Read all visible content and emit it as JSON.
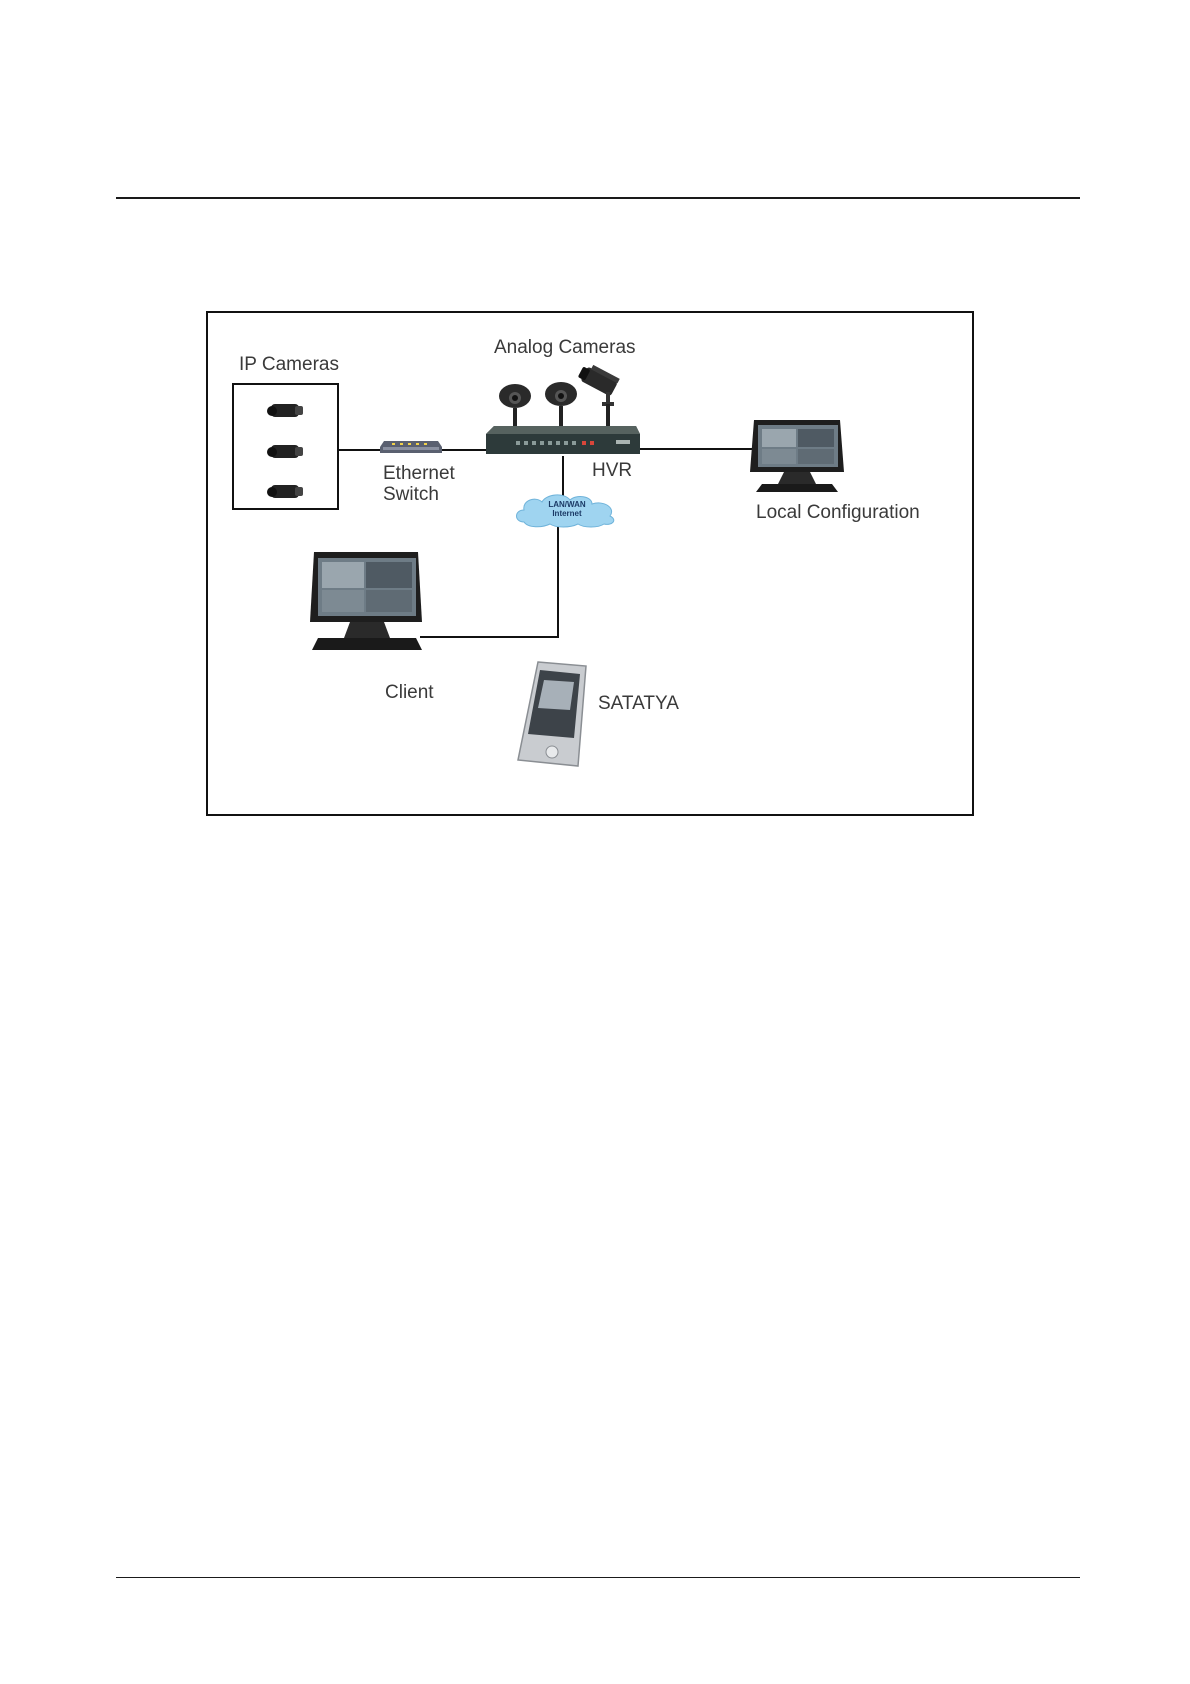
{
  "diagram": {
    "labels": {
      "ip_cameras": "IP Cameras",
      "analog_cameras": "Analog Cameras",
      "ethernet": "Ethernet",
      "switch": "Switch",
      "hvr": "HVR",
      "local_configuration": "Local Configuration",
      "client": "Client",
      "satatya": "SATATYA",
      "cloud_line1": "LAN/WAN",
      "cloud_line2": "Internet"
    },
    "icons": [
      "ip-camera-icon",
      "dome-camera-icon",
      "bullet-camera-icon",
      "ethernet-switch-icon",
      "hvr-device-icon",
      "cloud-icon",
      "monitor-icon",
      "smartphone-icon"
    ],
    "colors": {
      "cloud": "#9fd4f0",
      "device_dark": "#2d3a3a",
      "line": "#111111"
    }
  }
}
